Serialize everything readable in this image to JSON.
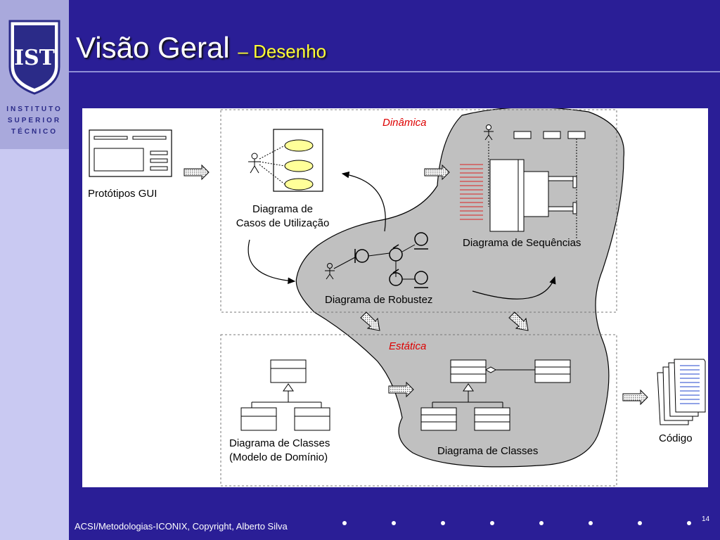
{
  "slide": {
    "title_main": "Visão Geral",
    "title_sub": "– Desenho",
    "footer": "ACSI/Metodologias-ICONIX, Copyright, Alberto Silva",
    "page_number": "14"
  },
  "logo": {
    "mark": "IST",
    "line1": "INSTITUTO",
    "line2": "SUPERIOR",
    "line3": "TÉCNICO"
  },
  "diagram": {
    "prototypes_label": "Protótipos GUI",
    "usecase_label_1": "Diagrama de",
    "usecase_label_2": "Casos de Utilização",
    "dynamic_label": "Dinâmica",
    "static_label": "Estática",
    "sequence_label": "Diagrama de Sequências",
    "robustness_label": "Diagrama de Robustez",
    "domain_classes_label_1": "Diagrama de Classes",
    "domain_classes_label_2": "(Modelo de Domínio)",
    "classes_label": "Diagrama de Classes",
    "code_label": "Código"
  },
  "colors": {
    "background": "#2a1e96",
    "blob": "#c0c0c0",
    "title_sub": "#ffff33",
    "section_label": "#dd0000"
  }
}
